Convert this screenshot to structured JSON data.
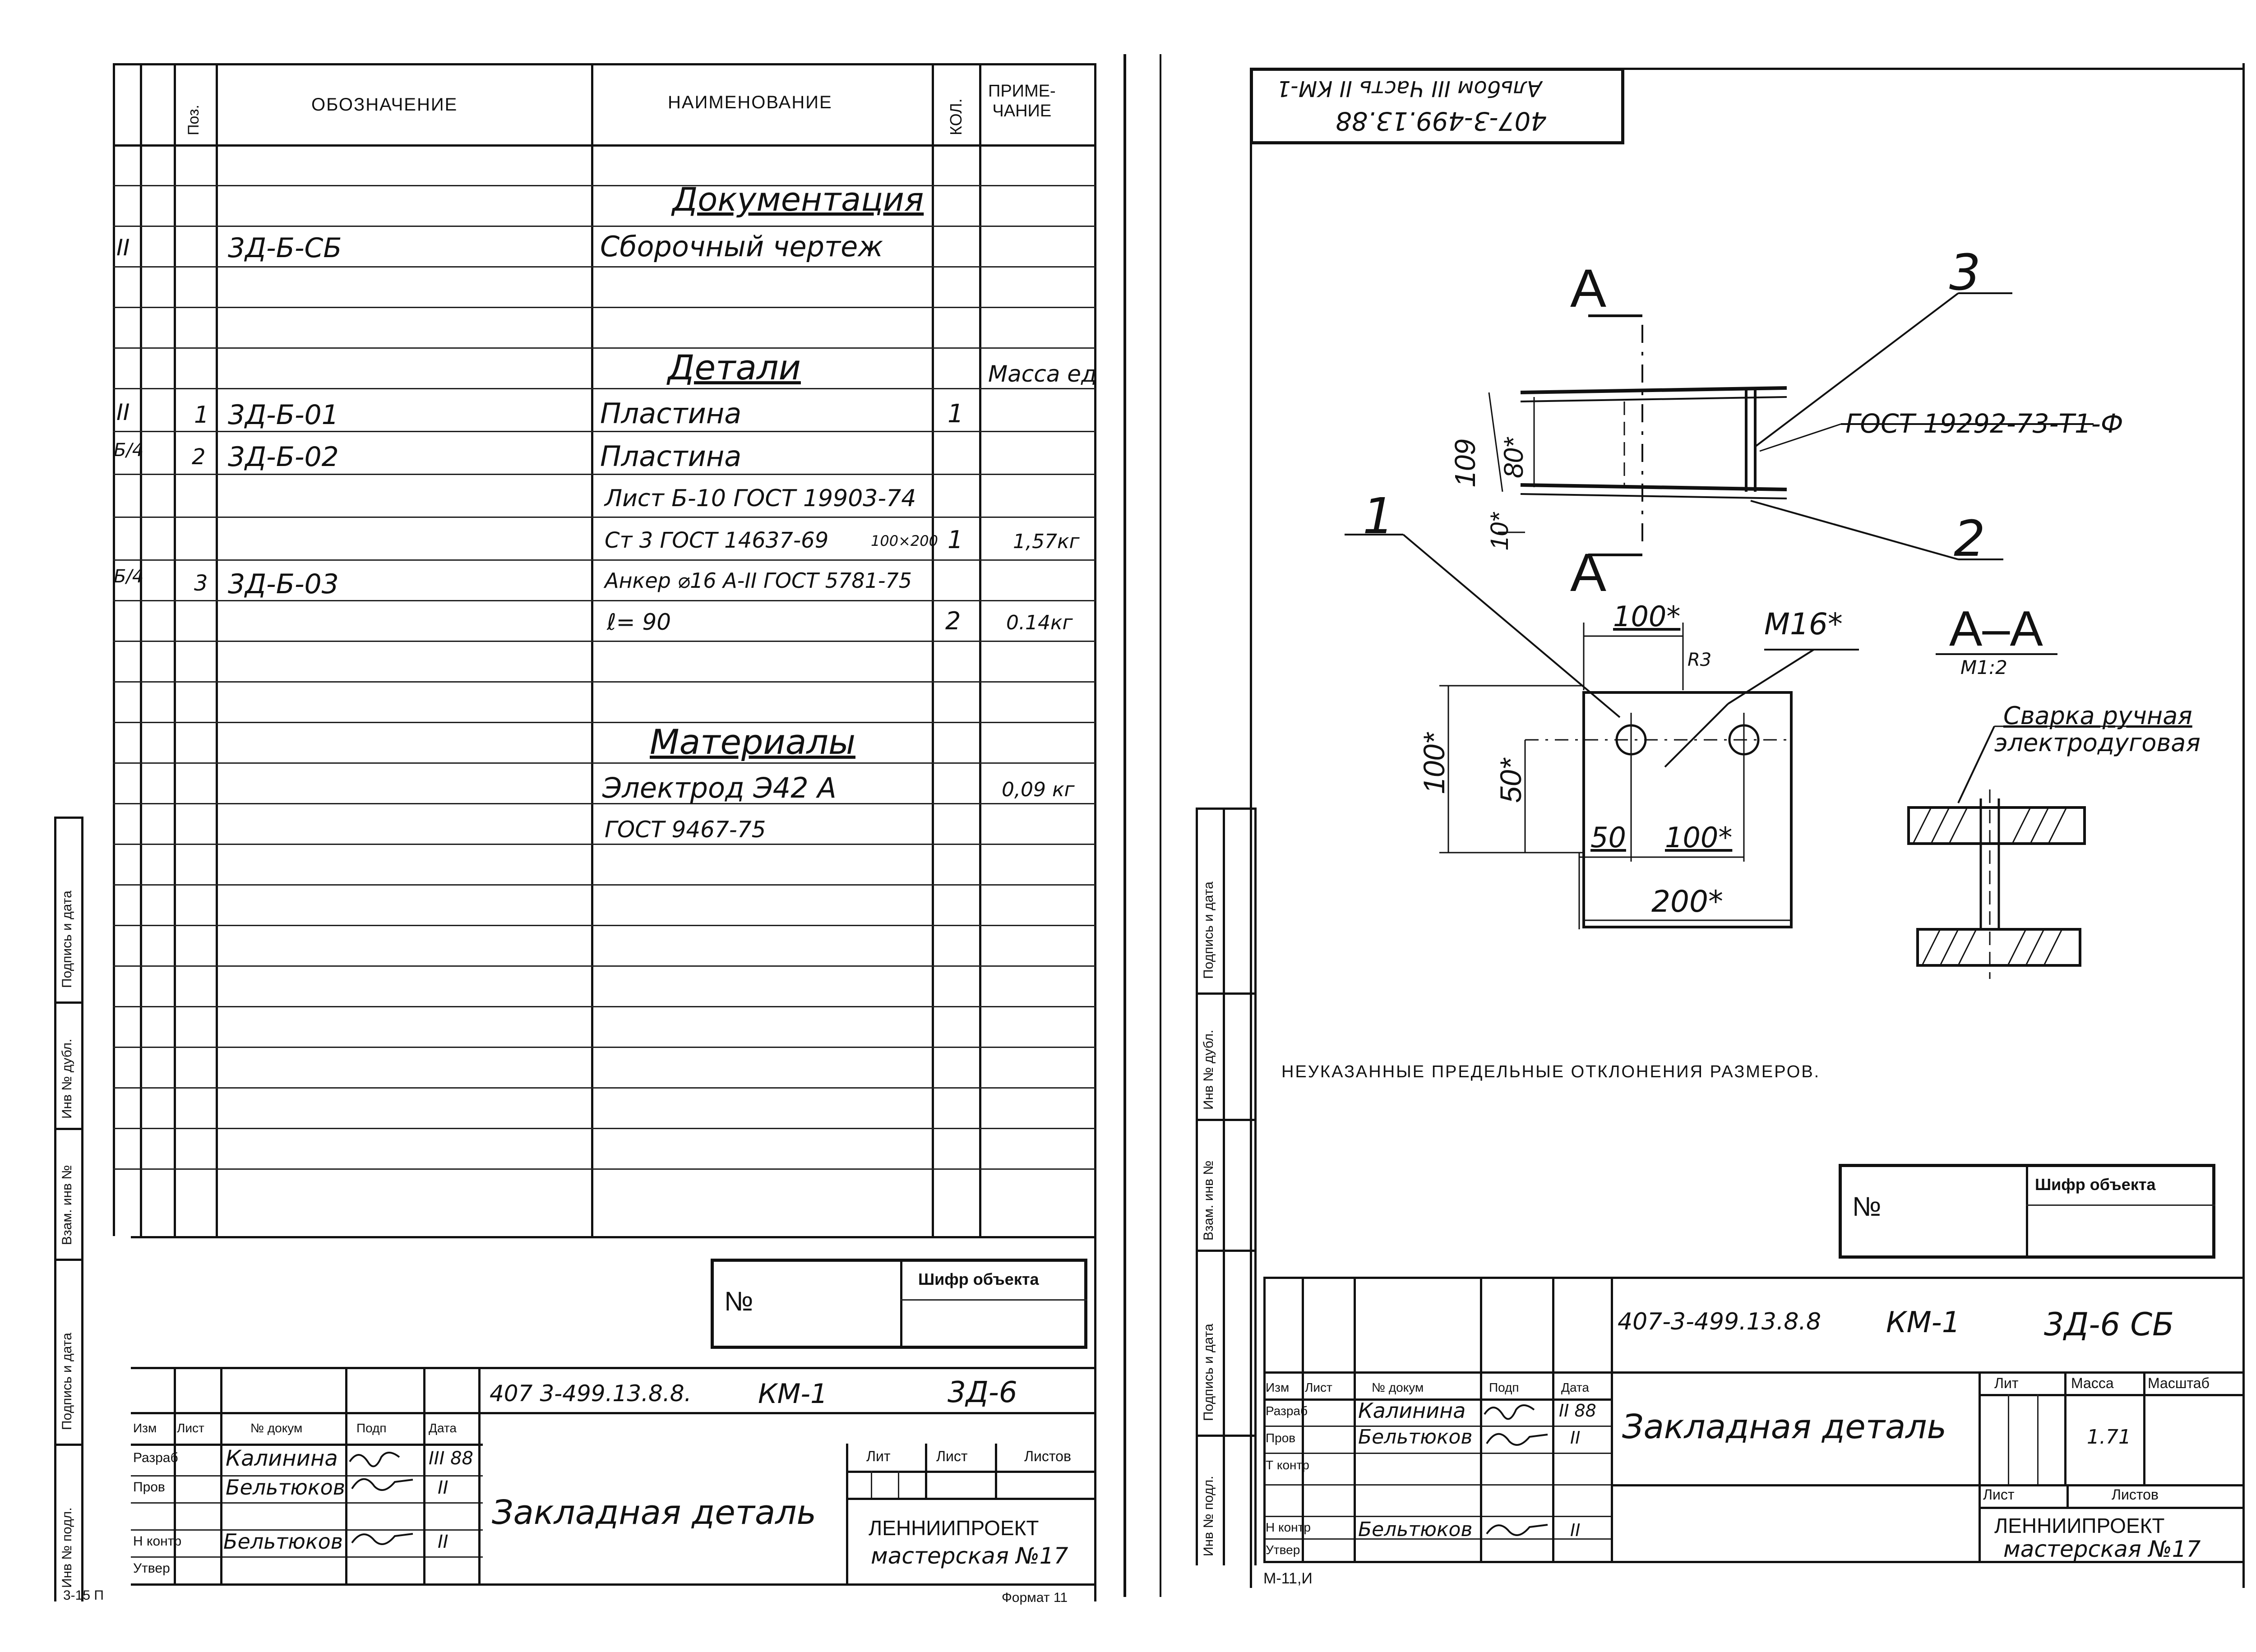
{
  "left_sheet": {
    "headers": {
      "oboznachenie": "ОБОЗНАЧЕНИЕ",
      "naimenovanie": "НАИМЕНОВАНИЕ",
      "kol": "КОЛ.",
      "primechanie": "ПРИМЕ-\nЧАНИЕ",
      "pos": "Поз."
    },
    "sections": {
      "documentation": "Документация",
      "details": "Детали",
      "materials": "Материалы"
    },
    "rows": {
      "doc_designation": "3Д-Б-СБ",
      "doc_name": "Сборочный   чертеж",
      "details_note": "Масса ед",
      "r1_pos": "1",
      "r1_des": "3Д-Б-01",
      "r1_name": "Пластина",
      "r1_qty": "1",
      "r2_pos": "2",
      "r2_des": "3Д-Б-02",
      "r2_name": "Пластина",
      "r2_line2": "Лист Б-10 ГОСТ 19903-74",
      "r2_line3": "Ст 3 ГОСТ 14637-69",
      "r2_line3_size": "100×200",
      "r2_line3_qty": "1",
      "r2_line3_mass": "1,57кг",
      "r3_pos": "3",
      "r3_des": "3Д-Б-03",
      "r3_name": "Анкер ⌀16 А-II ГОСТ 5781-75",
      "r3_line2": "ℓ= 90",
      "r3_qty": "2",
      "r3_mass": "0.14кг",
      "m1_name": "Электрод  Э42 А",
      "m1_mass": "0,09 кг",
      "m2_name": "ГОСТ 9467-75",
      "margin_marks": [
        "II",
        "II",
        "Б/4",
        "Б/4"
      ]
    },
    "no_box": {
      "no_label": "№",
      "cipher_label": "Шифр объекта"
    },
    "title_block": {
      "code": "407 3-499.13.8.8.",
      "section": "КМ-1",
      "drawing": "3Д-6",
      "title": "Закладная   деталь",
      "col_izm": "Изм",
      "col_list": "Лист",
      "col_doc": "№ докум",
      "col_sign": "Подп",
      "col_date": "Дата",
      "role_razrab": "Разраб",
      "role_prov": "Пров",
      "role_nkontr": "Н контр",
      "role_utv": "Утвер",
      "name_1": "Калинина",
      "name_2": "Бельтюков",
      "name_3": "Бельтюков",
      "date_1": "III 88",
      "date_2": "II",
      "date_3": "II",
      "lit": "Лит",
      "list": "Лист",
      "listov": "Листов",
      "org": "ЛЕННИИПРОЕКТ",
      "org_sub": "мастерская №17"
    },
    "side_labels": {
      "s1": "Подпись и дата",
      "s2": "Инв № дубл.",
      "s3": "Взам. инв №",
      "s4": "Подпись и дата",
      "s5": "Инв № подл."
    },
    "footer_left": "3-15 П",
    "footer_right": "Формат 11"
  },
  "right_sheet": {
    "stamp_line1": "407-3-499.13.88",
    "stamp_line2": "Альбом III Часть II КМ-1",
    "labels": {
      "section_a": "А",
      "pos3": "3",
      "pos2": "2",
      "pos1": "1",
      "gost_weld": "ГОСТ 19292-73-Т1-Ф",
      "dim_109": "109",
      "dim_80": "80*",
      "dim_10": "10*",
      "dim_100_top": "100*",
      "dim_m16": "М16*",
      "dim_r3": "R3",
      "dim_100_left": "100*",
      "dim_50_left": "50*",
      "dim_50_bottom": "50",
      "dim_100_bottom": "100*",
      "dim_200": "200*",
      "section_aa": "А–А",
      "section_scale": "М1:2",
      "weld_note_1": "Сварка ручная",
      "weld_note_2": "электродуговая"
    },
    "note": "НЕУКАЗАННЫЕ ПРЕДЕЛЬНЫЕ ОТКЛОНЕНИЯ РАЗМЕРОВ.",
    "no_box": {
      "no_label": "№",
      "cipher_label": "Шифр объекта"
    },
    "title_block": {
      "code": "407-3-499.13.8.8",
      "section": "КМ-1",
      "drawing": "3Д-6 СБ",
      "title": "Закладная   деталь",
      "col_izm": "Изм",
      "col_list": "Лист",
      "col_doc": "№ докум",
      "col_sign": "Подп",
      "col_date": "Дата",
      "role_razrab": "Разраб",
      "role_prov": "Пров",
      "role_tkontr": "Т контр",
      "role_nkontr": "Н контр",
      "role_utv": "Утвер",
      "name_1": "Калинина",
      "name_2": "Бельтюков",
      "name_3": "Бельтюков",
      "date_1": "II 88",
      "date_2": "II",
      "date_3": "II",
      "lit": "Лит",
      "massa": "Масса",
      "masshtab": "Масштаб",
      "mass_value": "1.71",
      "list": "Лист",
      "listov": "Листов",
      "org": "ЛЕННИИПРОЕКТ",
      "org_sub": "мастерская №17"
    },
    "side_labels": {
      "s1": "Подпись и дата",
      "s2": "Инв № дубл.",
      "s3": "Взам. инв №",
      "s4": "Подпись и дата",
      "s5": "Инв № подл."
    },
    "footer": "М-11,И"
  }
}
